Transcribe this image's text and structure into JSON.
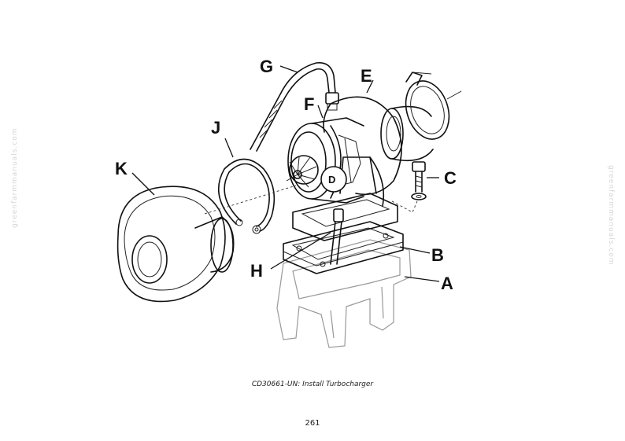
{
  "callouts": {
    "a": "A",
    "b": "B",
    "c": "C",
    "d": "D",
    "e": "E",
    "f": "F",
    "g": "G",
    "h": "H",
    "j": "J",
    "k": "K"
  },
  "caption": "CD30661-UN: Install Turbocharger",
  "page_number": "261",
  "watermark": "greenfarmmanuals.com"
}
